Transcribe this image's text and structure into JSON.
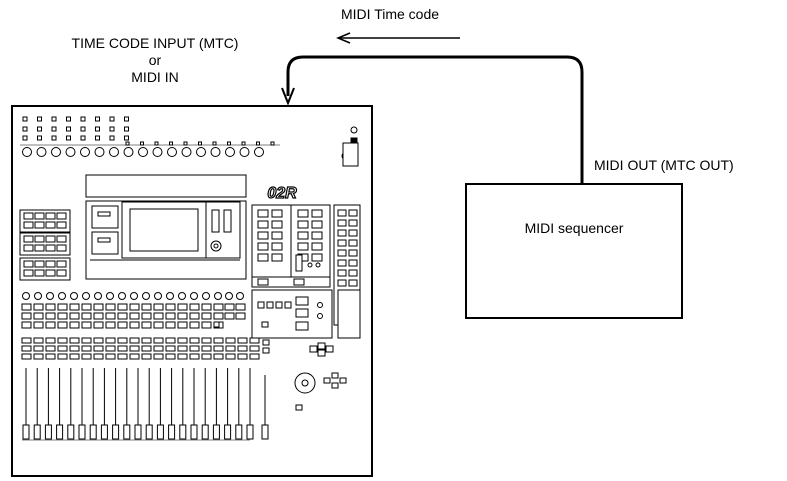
{
  "labels": {
    "midi_time_code": "MIDI Time code",
    "mixer_input_line1": "TIME CODE INPUT (MTC)",
    "mixer_input_line2": "or",
    "mixer_input_line3": "MIDI IN",
    "midi_out": "MIDI OUT (MTC OUT)",
    "sequencer": "MIDI sequencer",
    "mixer_logo": "02R"
  },
  "colors": {
    "line": "#000000",
    "background": "#ffffff"
  },
  "icons": {
    "arrow": "arrowhead-icon"
  }
}
